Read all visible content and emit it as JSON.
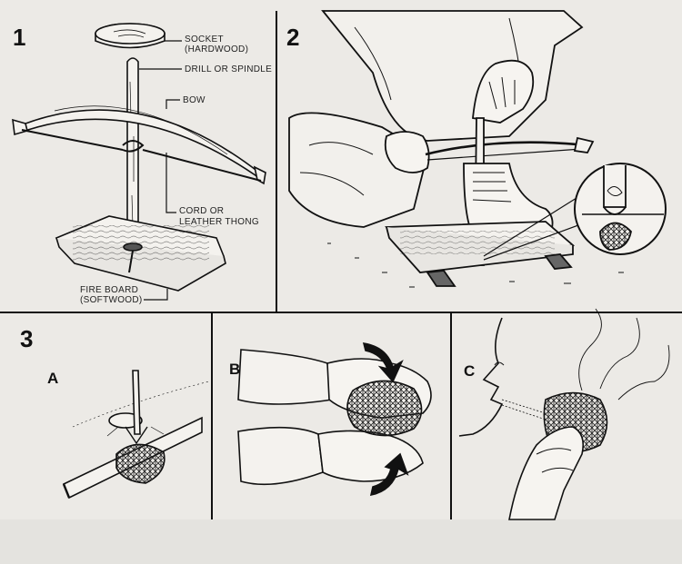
{
  "panels": {
    "p1": {
      "number": "1",
      "labels": {
        "socket": "SOCKET",
        "socket_material": "(HARDWOOD)",
        "drill": "DRILL OR SPINDLE",
        "bow": "BOW",
        "cord": "CORD OR",
        "cord2": "LEATHER THONG",
        "fireboard": "FIRE BOARD",
        "fireboard_material": "(SOFTWOOD)"
      }
    },
    "p2": {
      "number": "2"
    },
    "p3": {
      "number": "3",
      "steps": [
        "A",
        "B",
        "C"
      ]
    }
  }
}
